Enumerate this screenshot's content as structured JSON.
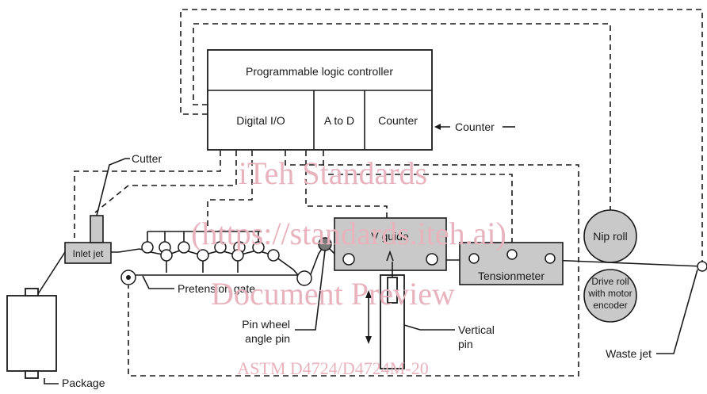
{
  "labels": {
    "plc": "Programmable logic controller",
    "digital_io": "Digital I/O",
    "a_to_d": "A to D",
    "counter_cell": "Counter",
    "counter_ext": "Counter",
    "cutter": "Cutter",
    "inlet_jet": "Inlet jet",
    "v_guide": "V guide",
    "tensionmeter": "Tensionmeter",
    "nip_roll": "Nip roll",
    "drive_roll_1": "Drive roll",
    "drive_roll_2": "with motor",
    "drive_roll_3": "encoder",
    "pretension_gate": "Pretension gate",
    "pin_wheel_1": "Pin wheel",
    "pin_wheel_2": "angle pin",
    "vertical_pin_1": "Vertical",
    "vertical_pin_2": "pin",
    "waste_jet": "Waste jet",
    "package": "Package"
  },
  "watermark": {
    "line1": "iTeh Standards",
    "line2": "(https://standards.iteh.ai)",
    "line3": "Document Preview",
    "line4": "ASTM D4724/D4724M-20"
  },
  "colors": {
    "ink": "#1a1a1a",
    "component_fill": "#c9c9c9",
    "watermark": "#e8b3bd"
  }
}
